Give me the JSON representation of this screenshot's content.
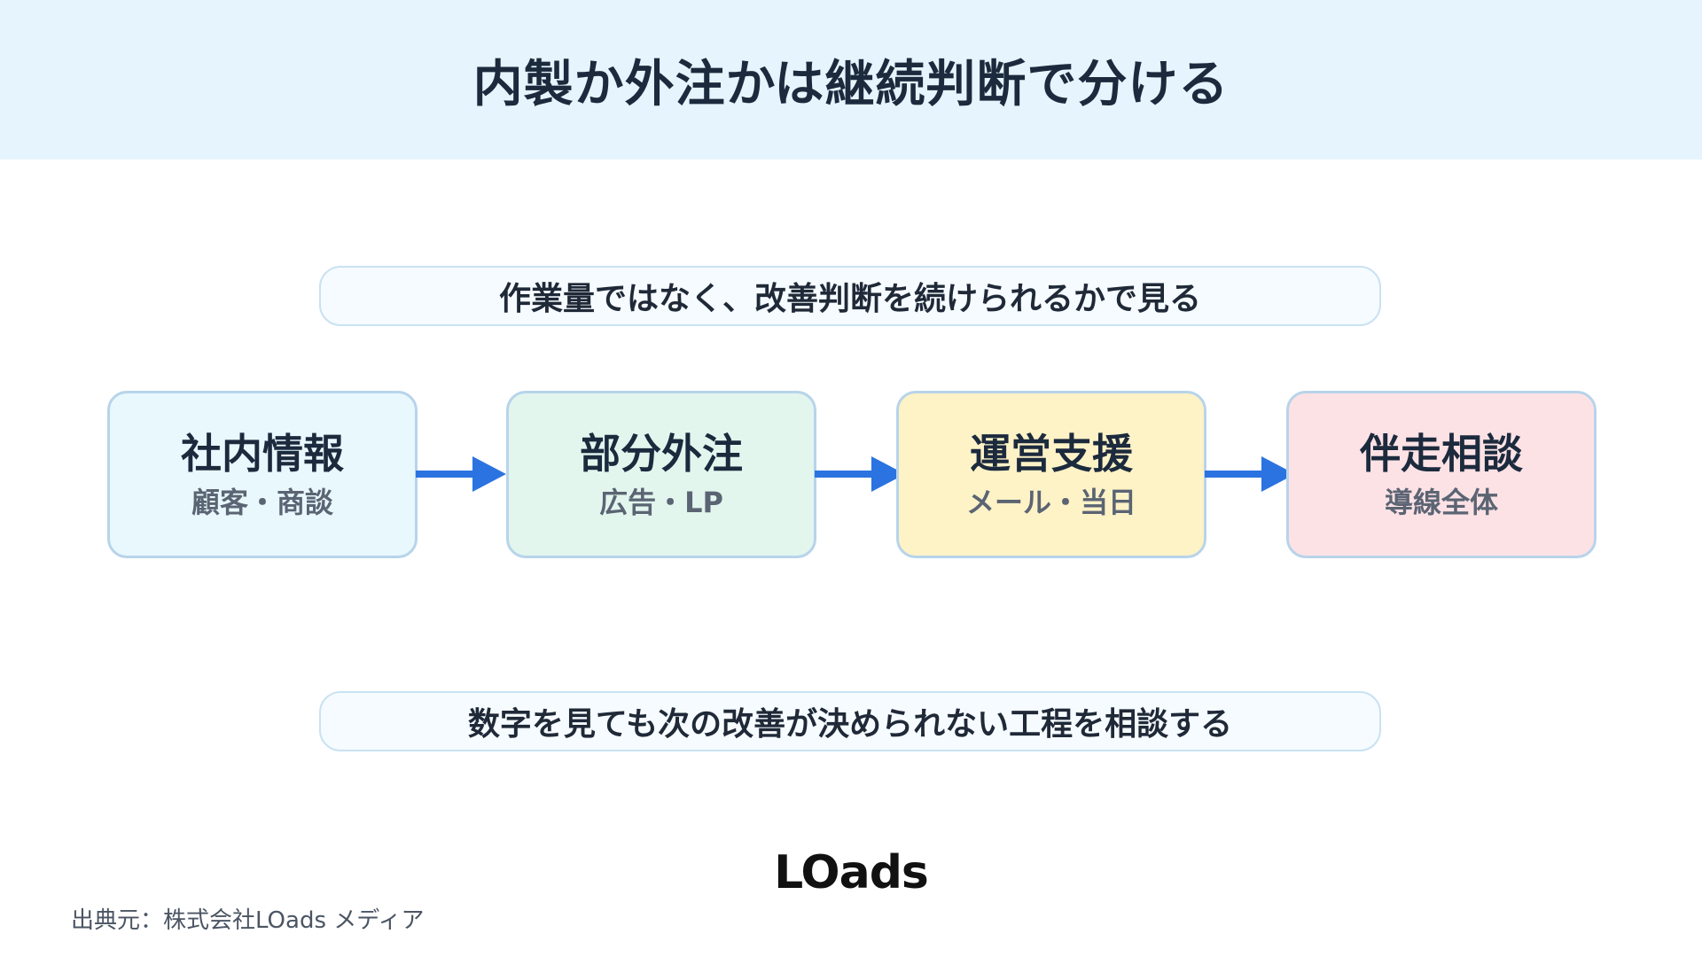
{
  "title": "内製か外注かは継続判断で分ける",
  "top_note": "作業量ではなく、改善判断を続けられるかで見る",
  "steps": [
    {
      "title": "社内情報",
      "subtitle": "顧客・商談",
      "bg_color": "#e8f8fd"
    },
    {
      "title": "部分外注",
      "subtitle": "広告・LP",
      "bg_color": "#e2f6ee"
    },
    {
      "title": "運営支援",
      "subtitle": "メール・当日",
      "bg_color": "#fef2c7"
    },
    {
      "title": "伴走相談",
      "subtitle": "導線全体",
      "bg_color": "#fde2e5"
    }
  ],
  "arrow_color": "#2b73e0",
  "bottom_note": "数字を見ても次の改善が決められない工程を相談する",
  "logo_text": "LOads",
  "source": "出典元：株式会社LOads メディア"
}
